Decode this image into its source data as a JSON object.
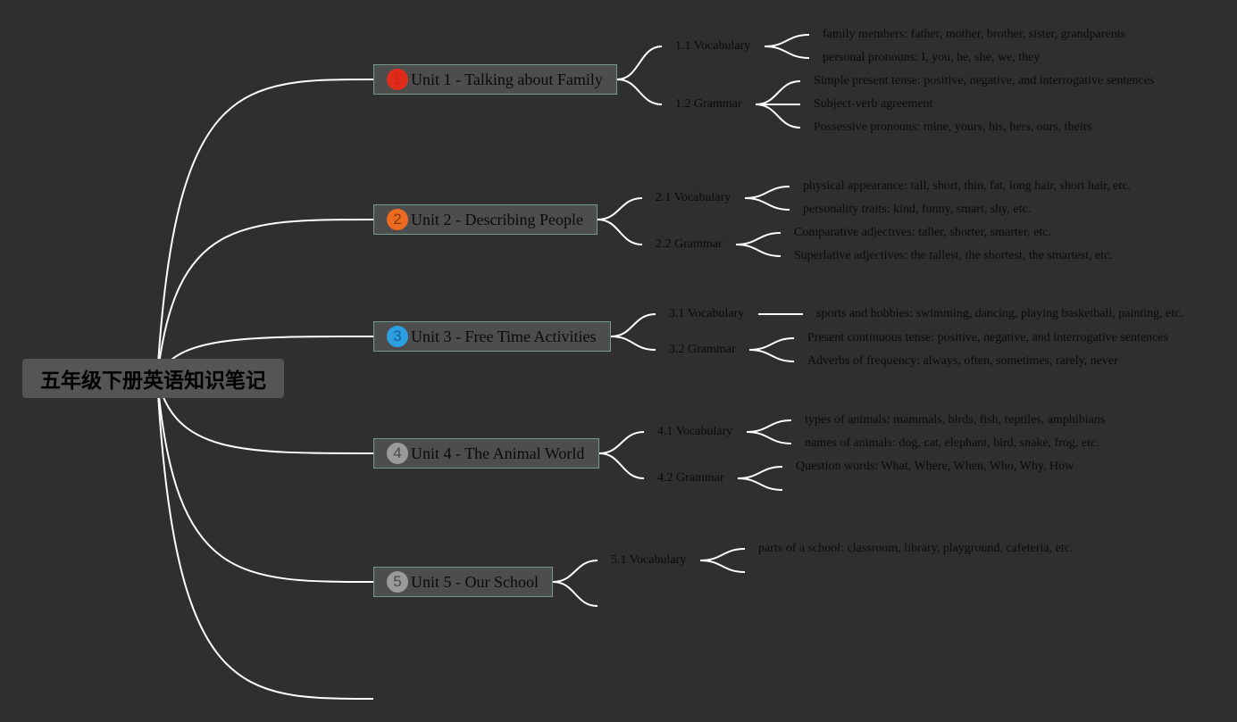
{
  "root": {
    "title": "五年级下册英语知识笔记"
  },
  "units": [
    {
      "badge": "1",
      "badge_color": "#e02b1b",
      "badge_text_color": "#d32515",
      "label": "Unit 1 - Talking about Family",
      "sections": [
        {
          "label": "1.1 Vocabulary",
          "items": [
            "family members: father, mother, brother, sister, grandparents",
            "personal pronouns: I, you, he, she, we, they"
          ]
        },
        {
          "label": "1.2 Grammar",
          "items": [
            "Simple present tense: positive, negative, and interrogative sentences",
            "Subject-verb agreement",
            "Possessive pronouns: mine, yours, his, hers, ours, theirs"
          ]
        }
      ]
    },
    {
      "badge": "2",
      "badge_color": "#ec6a1f",
      "badge_text_color": "#8a3a08",
      "label": "Unit 2 - Describing People",
      "sections": [
        {
          "label": "2.1 Vocabulary",
          "items": [
            "physical appearance: tall, short, thin, fat, long hair, short hair, etc.",
            "personality traits: kind, funny, smart, shy, etc."
          ]
        },
        {
          "label": "2.2 Grammar",
          "items": [
            "Comparative adjectives: taller, shorter, smarter, etc.",
            "Superlative adjectives: the tallest, the shortest, the smartest, etc."
          ]
        }
      ]
    },
    {
      "badge": "3",
      "badge_color": "#2b9fe0",
      "badge_text_color": "#1a5f96",
      "label": "Unit 3 - Free Time Activities",
      "sections": [
        {
          "label": "3.1 Vocabulary",
          "items": [
            "sports and hobbies: swimming, dancing, playing basketball, painting, etc."
          ]
        },
        {
          "label": "3.2 Grammar",
          "items": [
            "Present continuous tense: positive, negative, and interrogative sentences",
            "Adverbs of frequency: always, often, sometimes, rarely, never"
          ]
        }
      ]
    },
    {
      "badge": "4",
      "badge_color": "#9a9a9a",
      "badge_text_color": "#4a4a4a",
      "label": "Unit 4 - The Animal World",
      "sections": [
        {
          "label": "4.1 Vocabulary",
          "items": [
            "types of animals: mammals, birds, fish, reptiles, amphibians",
            "names of animals: dog, cat, elephant, bird, snake, frog, etc."
          ]
        },
        {
          "label": "4.2 Grammar",
          "items": [
            "Question words: What, Where, When, Who, Why, How",
            ""
          ]
        }
      ]
    },
    {
      "badge": "5",
      "badge_color": "#9a9a9a",
      "badge_text_color": "#4a4a4a",
      "label": "Unit 5 - Our School",
      "sections": [
        {
          "label": "5.1 Vocabulary",
          "items": [
            "parts of a school: classroom, library, playground, cafeteria, etc.",
            ""
          ]
        },
        {
          "label": "",
          "items": []
        }
      ]
    }
  ]
}
